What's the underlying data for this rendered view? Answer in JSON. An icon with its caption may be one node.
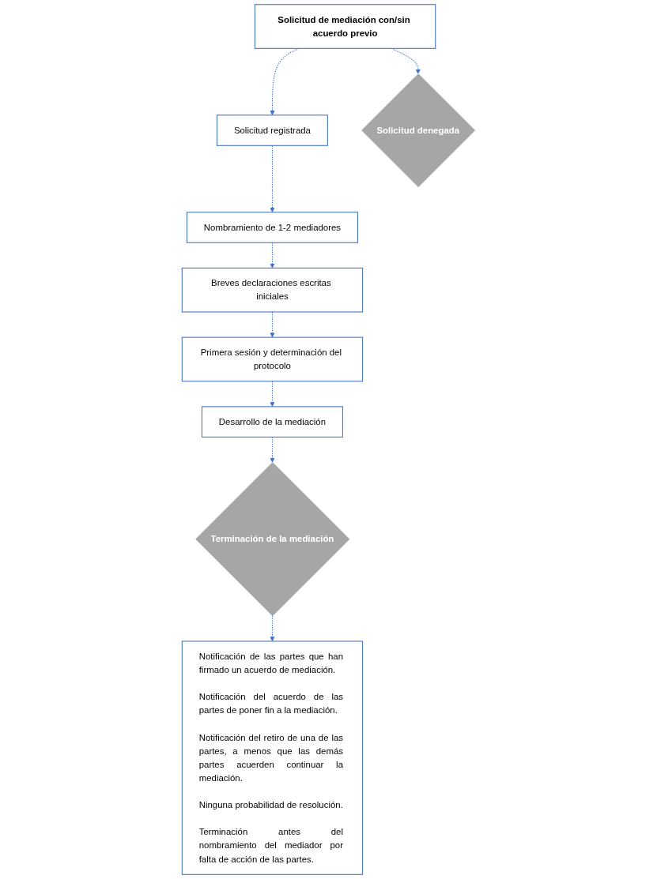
{
  "diagram": {
    "nodes": [
      {
        "text": [
          "Solicitud de mediación con/sin acuerdo previo"
        ]
      },
      {
        "text": [
          "Solicitud registrada"
        ]
      },
      {
        "text": [
          "Solicitud denegada"
        ]
      },
      {
        "text": [
          "Nombramiento de 1-2 mediadores"
        ]
      },
      {
        "text": [
          "Breves declaraciones escritas iniciales"
        ]
      },
      {
        "text": [
          "Primera sesión y determinación del protocolo"
        ]
      },
      {
        "text": [
          "Desarrollo de la mediación"
        ]
      },
      {
        "text": [
          "Terminación de la mediación"
        ]
      },
      {
        "text": [
          "Notificación de las partes que han firmado un acuerdo de mediación.",
          "Notificación del acuerdo de las partes de poner fin a la mediación.",
          "Notificación del retiro de una de las partes, a menos que las demás partes acuerden continuar la mediación.",
          "Ninguna probabilidad de resolución.",
          "Terminación antes del nombramiento del mediador por falta de acción de las partes."
        ]
      }
    ],
    "edges": [
      {
        "from": 0,
        "to": 1,
        "arrow": "to",
        "style": "dashed"
      },
      {
        "from": 0,
        "to": 2,
        "arrow": "to",
        "style": "dashed"
      },
      {
        "from": 1,
        "to": 3,
        "arrow": "to",
        "style": "dashed"
      },
      {
        "from": 3,
        "to": 4,
        "arrow": "to",
        "style": "dashed"
      },
      {
        "from": 4,
        "to": 5,
        "arrow": "to",
        "style": "dashed"
      },
      {
        "from": 5,
        "to": 6,
        "arrow": "to",
        "style": "dashed"
      },
      {
        "from": 6,
        "to": 7,
        "arrow": "to",
        "style": "dashed"
      },
      {
        "from": 7,
        "to": 8,
        "arrow": "to",
        "style": "dashed"
      }
    ]
  }
}
